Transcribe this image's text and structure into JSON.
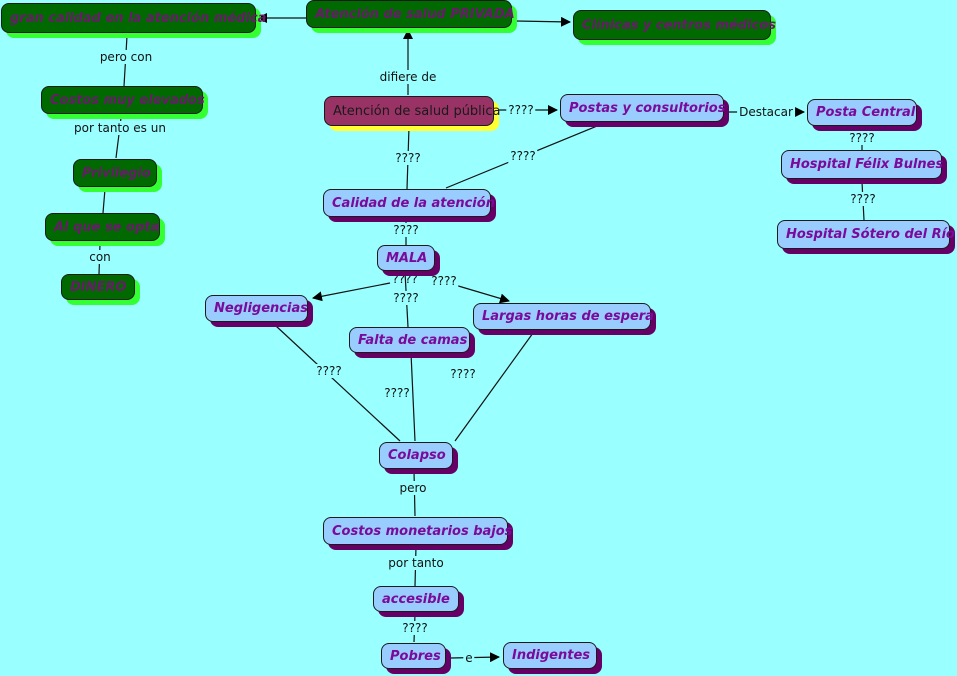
{
  "colors": {
    "background": "#99ffff",
    "private_node_fill": "#006a00",
    "private_node_shadow": "#33ff33",
    "public_node_fill": "#99ccff",
    "public_node_shadow": "#660066",
    "root_node_fill": "#993366",
    "root_node_shadow": "#ffff33",
    "node_text_private": "#6a1a6a",
    "node_text_public": "#7a0a9a"
  },
  "nodes": {
    "gran_calidad": "gran calidad en la atención médica",
    "privada": "Atención de salud PRIVADA",
    "clinicas": "Clínicas y centros médicos",
    "costos_elevados": "Costos muy elevados",
    "privilegio": "Privilegio",
    "al_que_se_opta": "Al que se opta",
    "dinero": "DINERO",
    "publica": "Atención de salud pública",
    "postas": "Postas y consultorios",
    "posta_central": "Posta Central",
    "felix_bulnes": "Hospital Félix Bulnes",
    "sotero": "Hospital Sótero del Río",
    "calidad": "Calidad de la atención",
    "mala": "MALA",
    "negligencias": "Negligencias",
    "falta_camas": "Falta de camas",
    "largas_horas": "Largas horas de espera",
    "colapso": "Colapso",
    "costos_bajos": "Costos monetarios bajos",
    "accesible": "accesible",
    "pobres": "Pobres",
    "indigentes": "Indigentes"
  },
  "links": {
    "pero_con": "pero con",
    "por_tanto_es_un": "por tanto es un",
    "con": "con",
    "difiere_de": "difiere de",
    "q_publica_postas": "????",
    "destacar": "Destacar",
    "q_central_felix": "????",
    "q_felix_sotero": "????",
    "q_publica_calidad": "????",
    "q_postas_calidad": "????",
    "q_calidad_mala": "????",
    "q_mala_neg": "????",
    "q_mala_larg": "????",
    "q_mala_falta": "????",
    "q_neg_colapso": "????",
    "q_falta_colapso": "????",
    "q_larg_colapso": "????",
    "pero": "pero",
    "por_tanto": "por tanto",
    "q_accesible_pobres": "????",
    "e": "e"
  }
}
